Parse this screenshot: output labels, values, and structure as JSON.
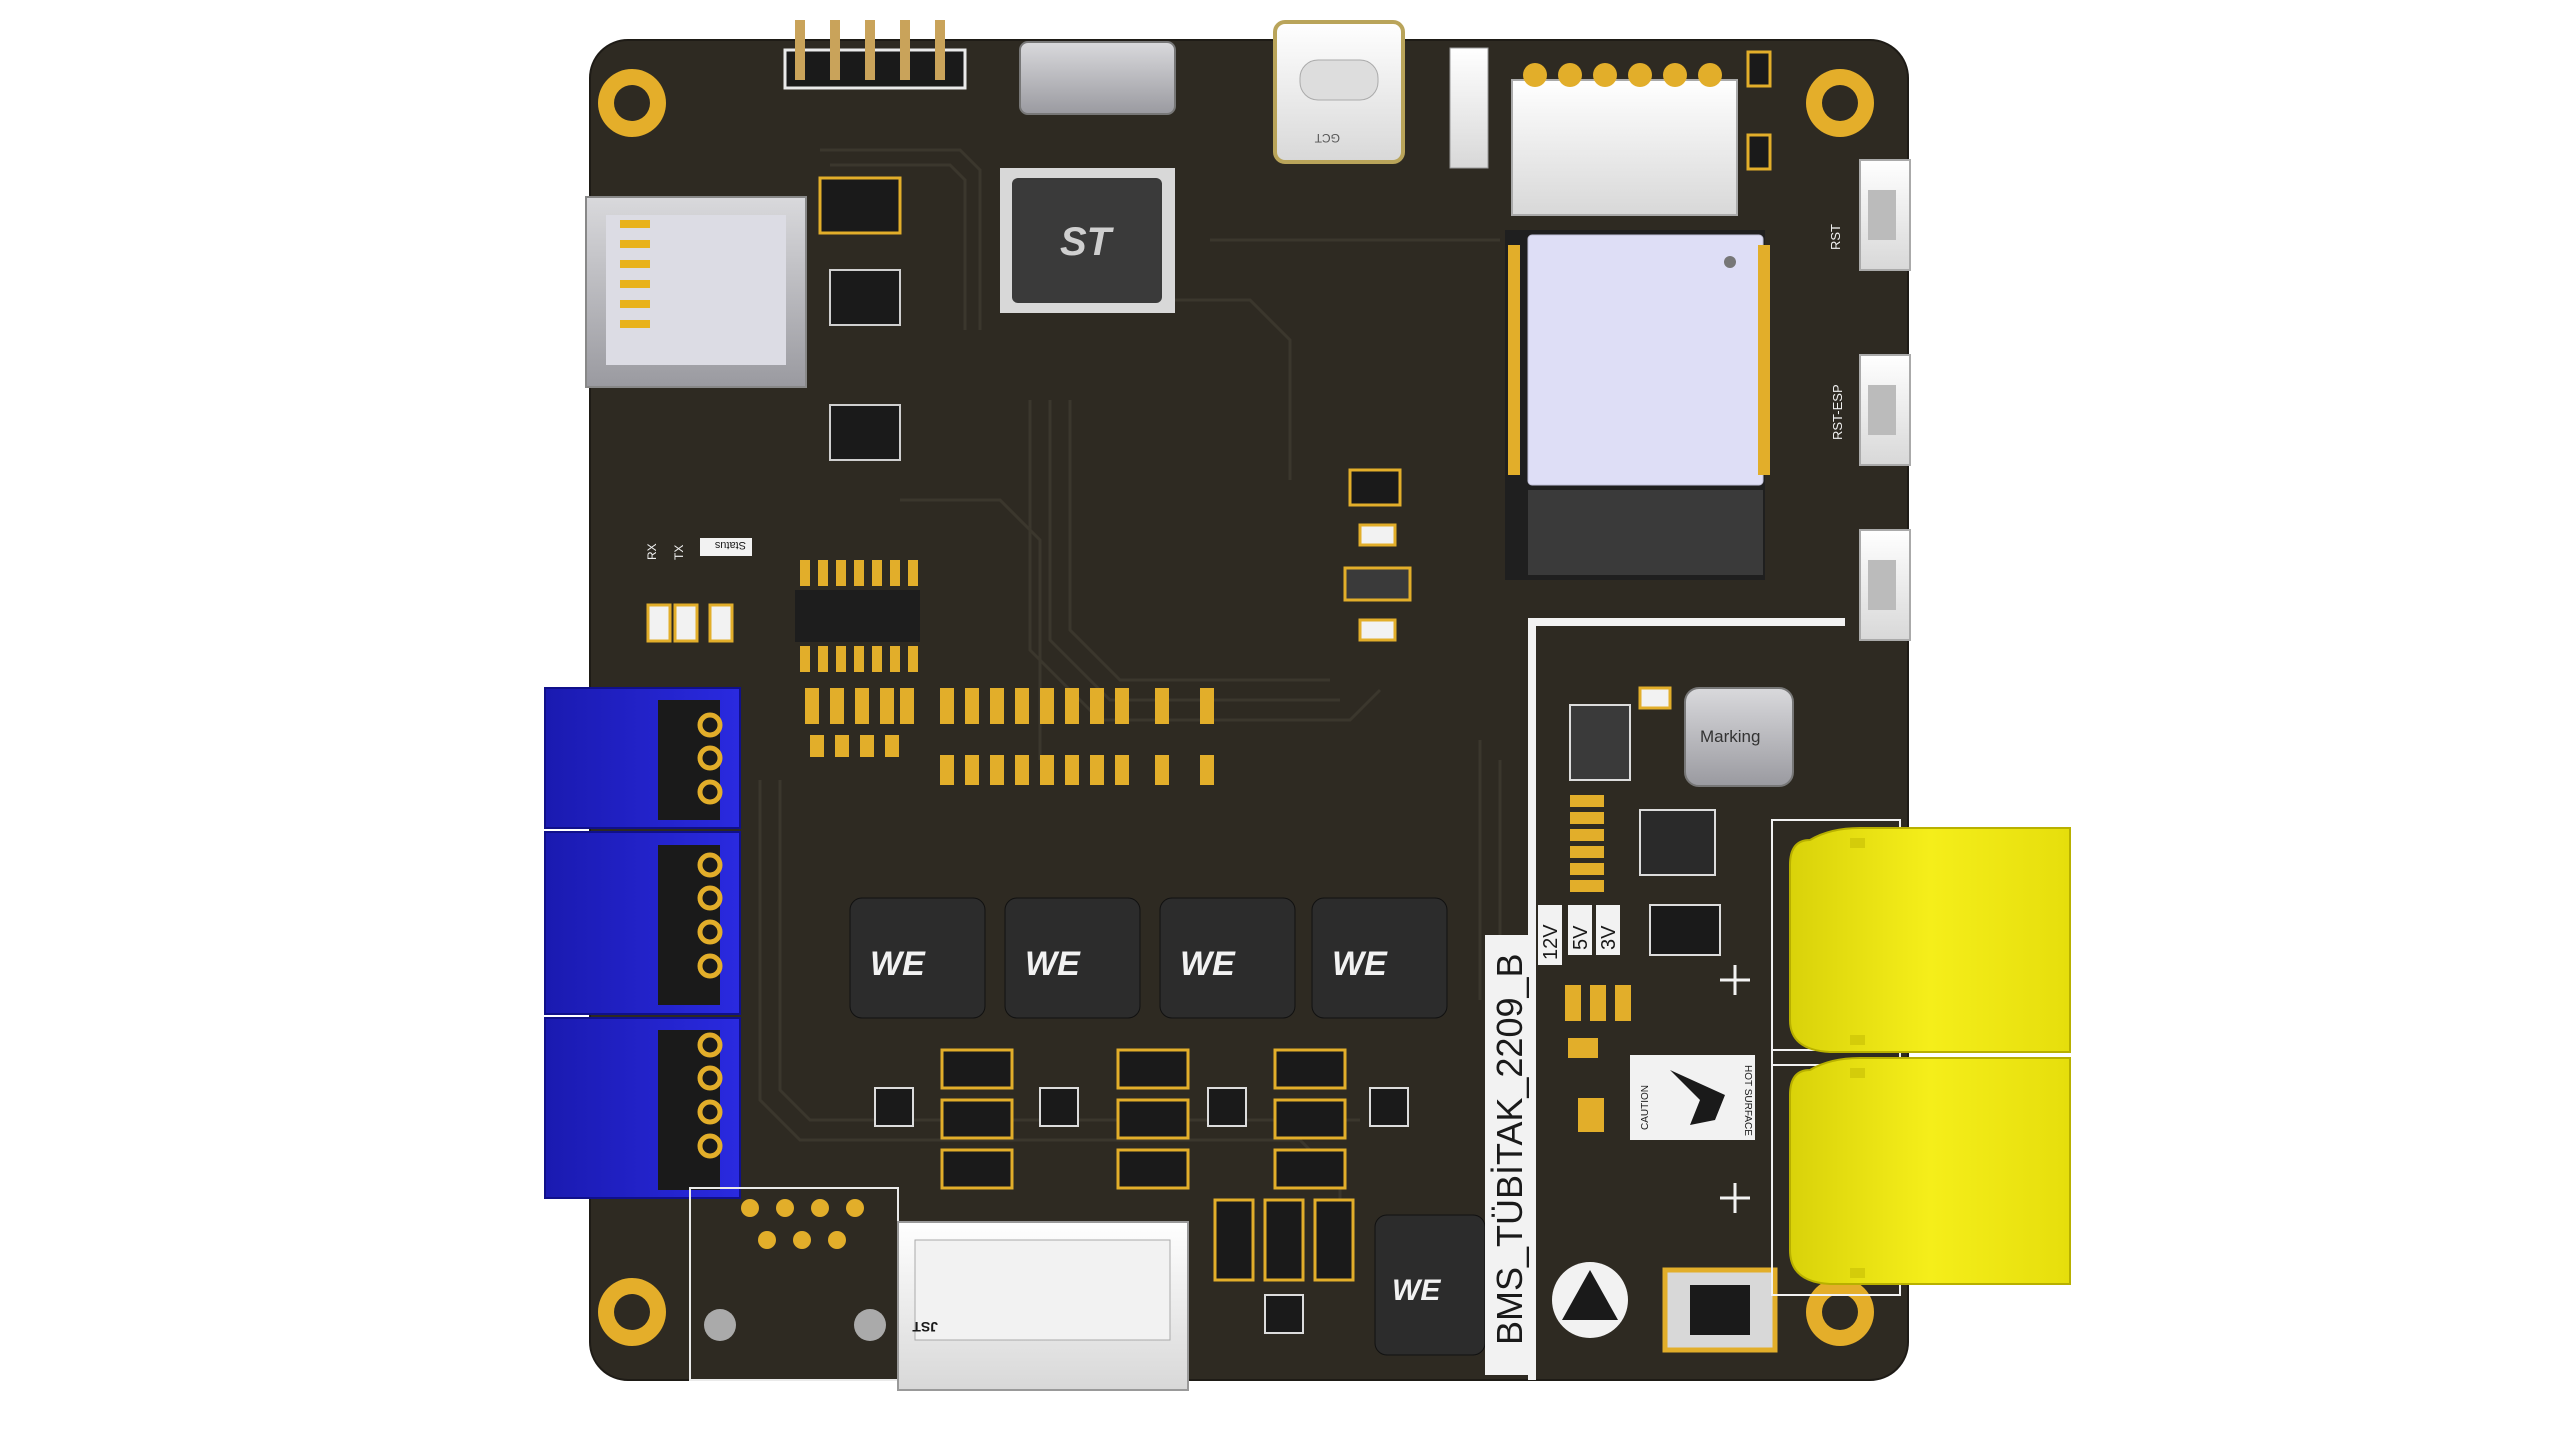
{
  "board": {
    "silkscreen_title": "BMS_TÜBİTAK_2209_B",
    "pcb_color": "#2e2a22"
  },
  "labels": {
    "rst": "RST",
    "rst_esp": "RST-ESP",
    "rx": "RX",
    "tx": "TX",
    "status": "Status",
    "v12": "12V",
    "v5": "5V",
    "v3": "3V",
    "marking": "Marking",
    "caution": "CAUTION",
    "hot_surface": "HOT SURFACE",
    "gct": "GCT",
    "jst": "JST"
  },
  "colors": {
    "blue_connector": "#1f1fc8",
    "yellow_terminal": "#f2ea0a",
    "gold_pad": "#e1ad28",
    "silk_white": "#f2f2f2"
  },
  "icons": {
    "st_logo": "st-logo-icon",
    "we_logo": "we-logo-icon",
    "esd_symbol": "esd-warning-icon",
    "hot_surface_symbol": "hot-surface-icon"
  }
}
